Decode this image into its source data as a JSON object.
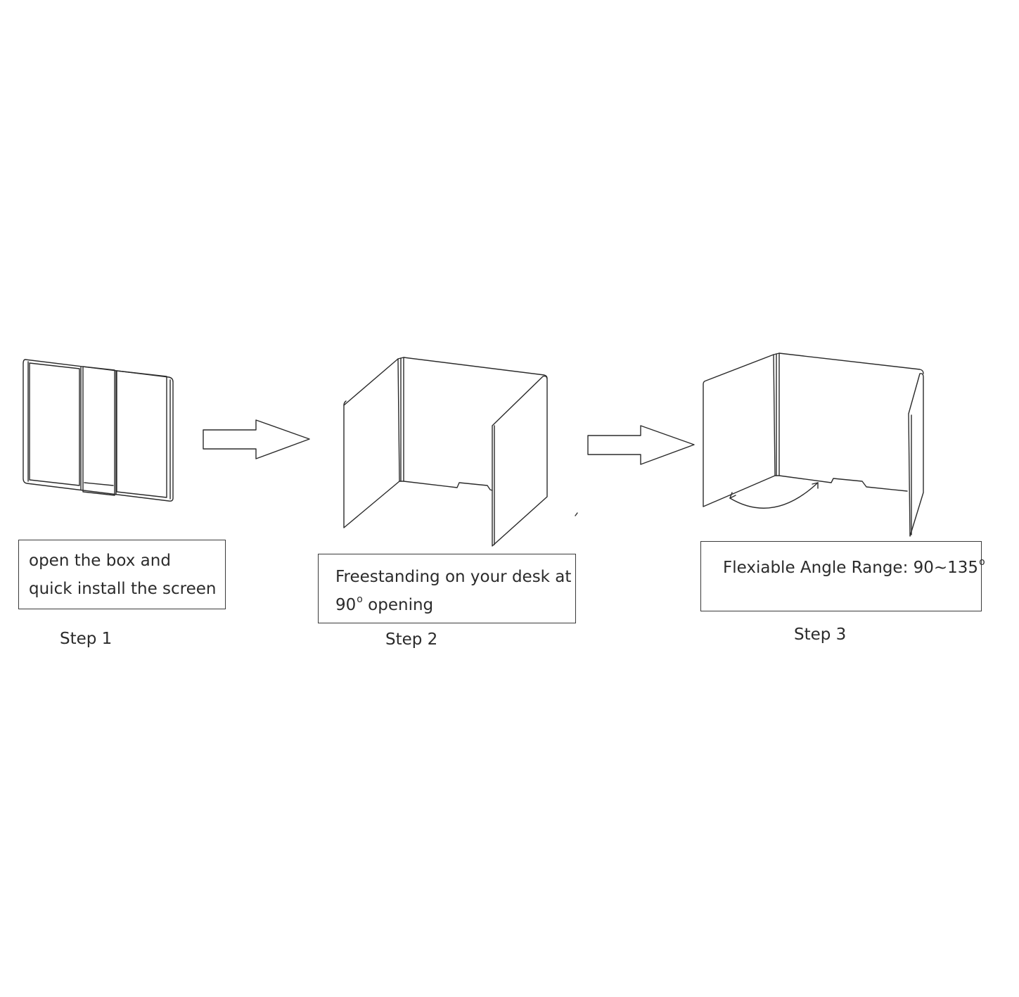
{
  "steps": [
    {
      "label": "Step 1",
      "caption_lines": [
        "open the box and",
        "quick install the screen"
      ]
    },
    {
      "label": "Step 2",
      "caption_line1": "Freestanding on your desk at",
      "caption_line2_number": "90",
      "caption_line2_degree": "o",
      "caption_line2_rest": " opening"
    },
    {
      "label": "Step 3",
      "caption_text": "Flexiable Angle Range: 90~135",
      "caption_degree": "o"
    }
  ],
  "colors": {
    "line": "#2b2b2b",
    "text": "#2b2b2b",
    "box_border": "#3a3a3a",
    "background": "#ffffff"
  }
}
